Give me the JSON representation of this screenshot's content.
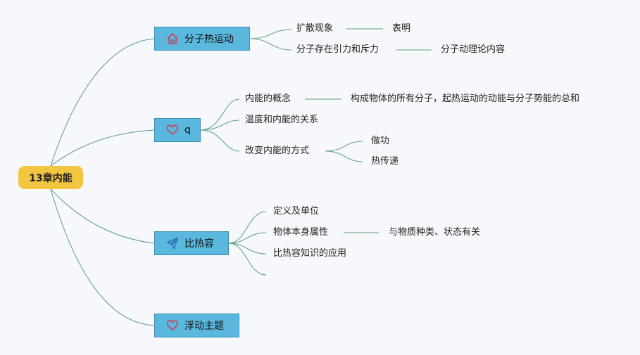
{
  "root": {
    "label": "13章内能"
  },
  "topics": [
    {
      "label": "分子热运动",
      "icon": "home-icon"
    },
    {
      "label": "q",
      "icon": "heart-icon"
    },
    {
      "label": "比热容",
      "icon": "send-icon"
    },
    {
      "label": "浮动主题",
      "icon": "heart-icon"
    }
  ],
  "t1": {
    "a": "扩散现象",
    "a1": "表明",
    "b": "分子存在引力和斥力",
    "b1": "分子动理论内容"
  },
  "t2": {
    "a": "内能的概念",
    "a1": "构成物体的所有分子，起热运动的动能与分子势能的总和",
    "b": "温度和内能的关系",
    "c": "改变内能的方式",
    "c1": "做功",
    "c2": "热传递"
  },
  "t3": {
    "a": "定义及单位",
    "b": "物体本身属性",
    "b1": "与物质种类、状态有关",
    "c": "比热容知识的应用"
  },
  "colors": {
    "root": "#f2c641",
    "topic": "#5ab8df",
    "line": "#5a9e86",
    "icon": "#d43b55"
  }
}
